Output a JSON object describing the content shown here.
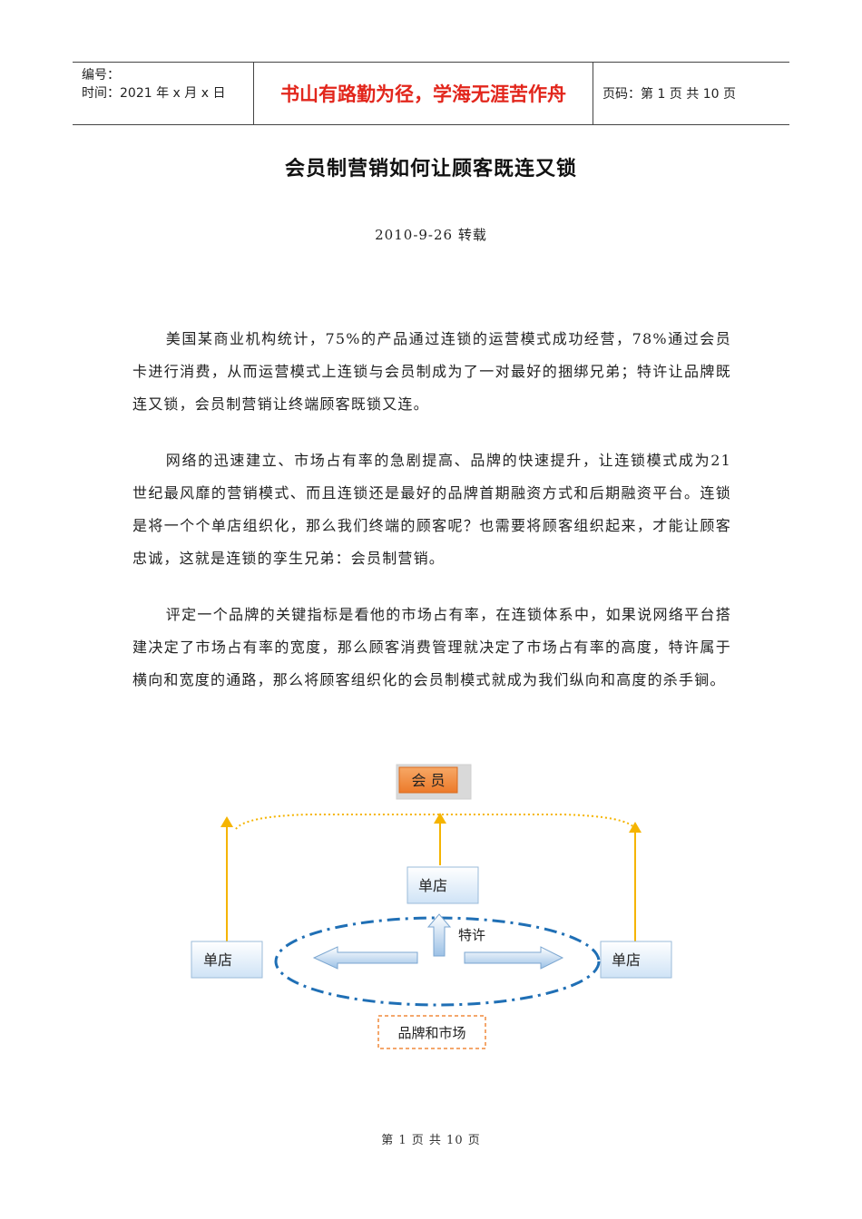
{
  "header": {
    "number_label": "编号：",
    "time_label": "时间：2021 年 x 月 x 日",
    "motto": "书山有路勤为径，学海无涯苦作舟",
    "page_label": "页码：第 1 页  共 10 页"
  },
  "article": {
    "title": "会员制营销如何让顾客既连又锁",
    "date": "2010-9-26 转载",
    "paragraphs": [
      "美国某商业机构统计，75%的产品通过连锁的运营模式成功经营，78%通过会员卡进行消费，从而运营模式上连锁与会员制成为了一对最好的捆绑兄弟；特许让品牌既连又锁，会员制营销让终端顾客既锁又连。",
      "网络的迅速建立、市场占有率的急剧提高、品牌的快速提升，让连锁模式成为21世纪最风靡的营销模式、而且连锁还是最好的品牌首期融资方式和后期融资平台。连锁是将一个个单店组织化，那么我们终端的顾客呢？也需要将顾客组织起来，才能让顾客忠诚，这就是连锁的孪生兄弟：会员制营销。",
      "评定一个品牌的关键指标是看他的市场占有率，在连锁体系中，如果说网络平台搭建决定了市场占有率的宽度，那么顾客消费管理就决定了市场占有率的高度，特许属于横向和宽度的通路，那么将顾客组织化的会员制模式就成为我们纵向和高度的杀手锏。"
    ]
  },
  "diagram": {
    "member_label": "会 员",
    "store_top_label": "单店",
    "store_left_label": "单店",
    "store_right_label": "单店",
    "franchise_label": "特许",
    "brand_market_label": "品牌和市场",
    "colors": {
      "member_fill": "#f08a3c",
      "arrow_yellow": "#f5b400",
      "ellipse_blue": "#1f6fb5",
      "box_fill": "#e6f1fb",
      "dashed_orange": "#f08a3c"
    }
  },
  "footer": {
    "page_text": "第 1 页 共 10 页"
  }
}
